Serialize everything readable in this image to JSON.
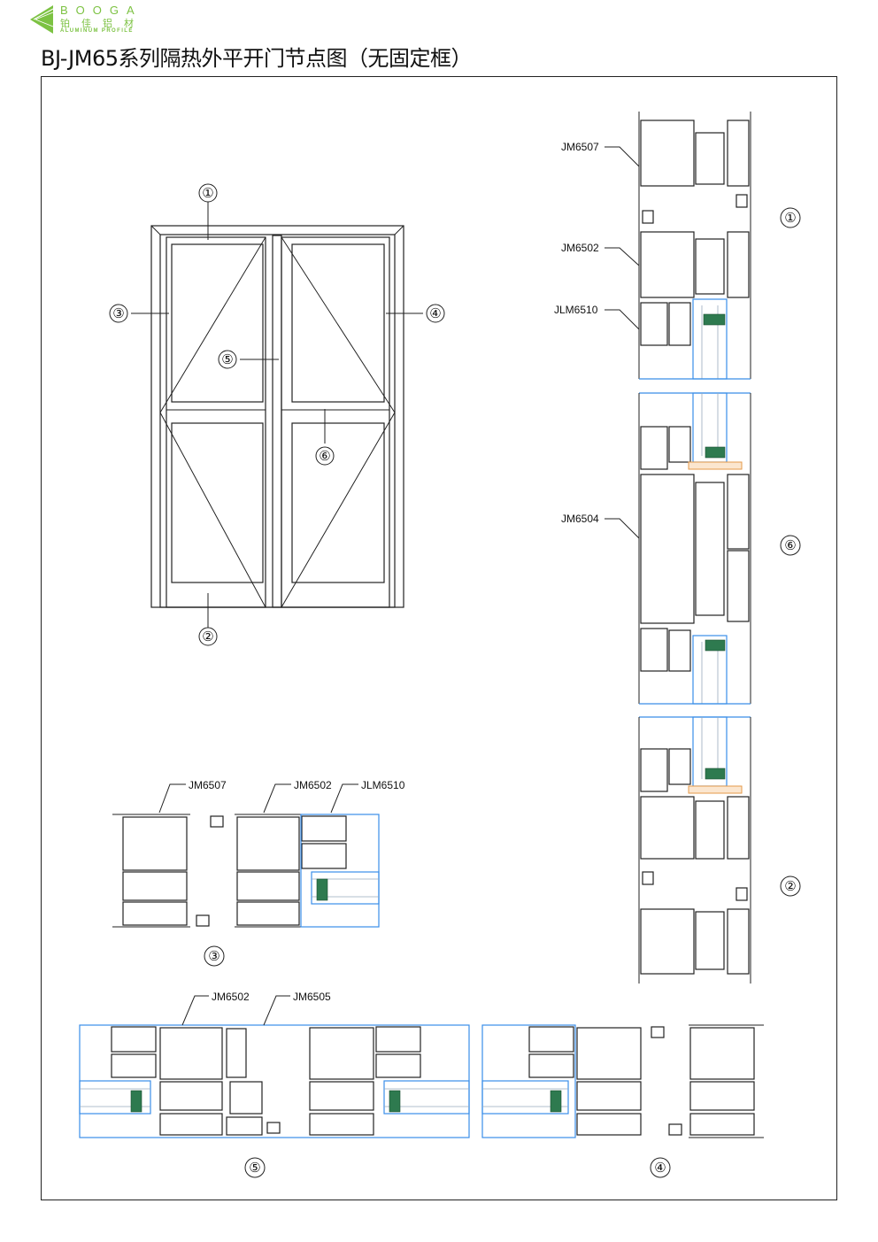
{
  "logo": {
    "word": "BOOGA",
    "chinese": "铂佳铝材",
    "english": "ALUMINUM PROFILE",
    "color": "#7cc242"
  },
  "title": "BJ-JM65系列隔热外平开门节点图（无固定框）",
  "callouts": [
    "①",
    "②",
    "③",
    "④",
    "⑤",
    "⑥"
  ],
  "vertical_section": {
    "labels": [
      "JM6507",
      "JM6502",
      "JLM6510",
      "JM6504"
    ]
  },
  "section_3": {
    "labels": [
      "JM6507",
      "JM6502",
      "JLM6510"
    ]
  },
  "section_5": {
    "labels": [
      "JM6502",
      "JM6505"
    ]
  },
  "colors": {
    "glass": "#3a8ee8",
    "spacer": "#2e7a4f",
    "gasket": "#e59a4a"
  }
}
